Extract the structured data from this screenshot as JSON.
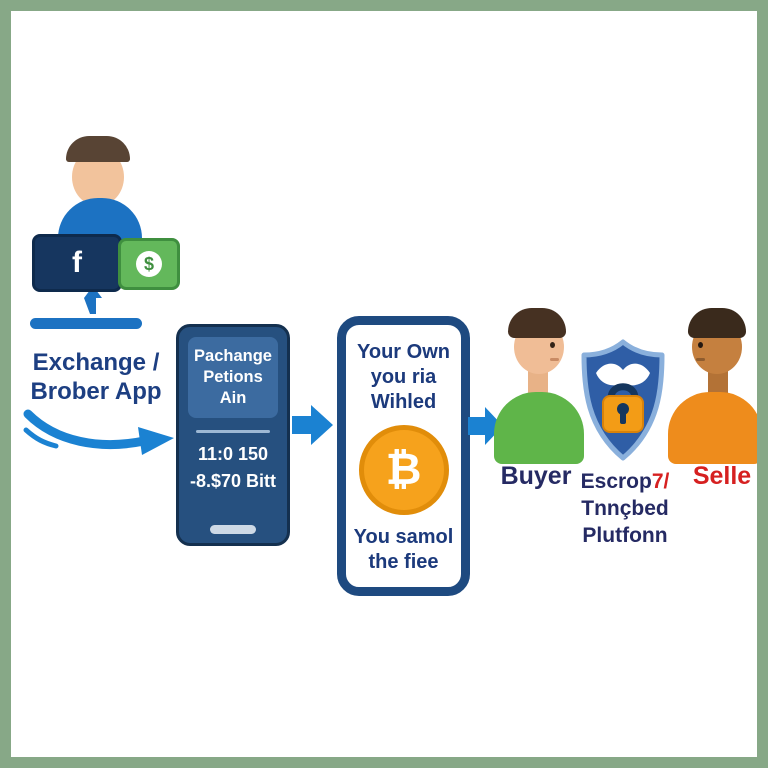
{
  "colors": {
    "frame_green": "#87a887",
    "navy_text": "#1d3f82",
    "label_navy": "#252a63",
    "accent_red": "#d62020",
    "arrow_blue": "#1b82d2",
    "phone_navy": "#1e4a80",
    "coin_orange": "#f6a21c",
    "buyer_green": "#5fb549",
    "seller_orange": "#ee8c1c",
    "money_green": "#63b85b"
  },
  "exchange": {
    "facebook_icon": "f",
    "money_icon": "$",
    "label_line1": "Exchange /",
    "label_line2": "Brober App"
  },
  "broker_phone": {
    "header_line1": "Pachange",
    "header_line2": "Petions Ain",
    "value_line1": "11:0 150",
    "value_line2": "-8.$70 Bitt"
  },
  "wallet_phone": {
    "title_line1": "Your Own",
    "title_line2": "you ria",
    "title_line3": "Wihled",
    "coin_symbol": "₿",
    "footer_line1": "You samol",
    "footer_line2": "the fiee"
  },
  "labels": {
    "buyer": "Buyer",
    "escrow_line1_main": "Escrop",
    "escrow_line1_accent": "7/",
    "escrow_line2": "Tnnçbed",
    "escrow_line3": "Plutfonn",
    "seller": "Selle"
  }
}
